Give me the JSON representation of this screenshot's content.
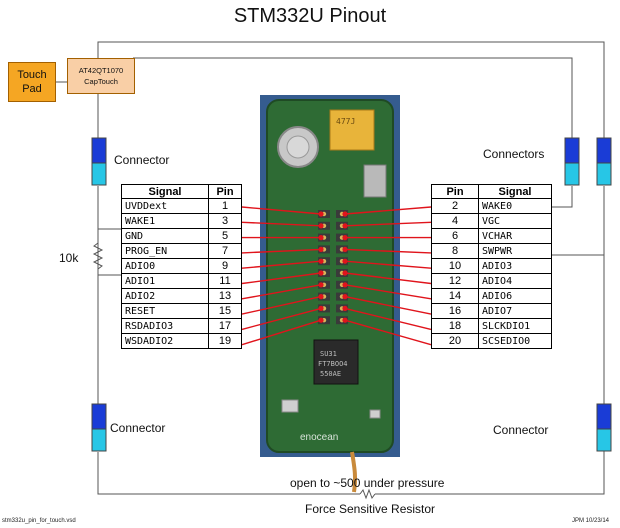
{
  "title": "STM332U Pinout",
  "touch_pad": {
    "line1": "Touch",
    "line2": "Pad"
  },
  "cap_chip": {
    "line1": "AT42QT1070",
    "line2": "CapTouch"
  },
  "connector_labels": {
    "upper_left": "Connector",
    "upper_right": "Connectors",
    "lower_left": "Connector",
    "lower_right": "Connector"
  },
  "resistor_label": "10k",
  "pressure_note": "open to ~500 under pressure",
  "fsr_label": "Force Sensitive Resistor",
  "footer": {
    "left": "stm332u_pin_for_touch.vsd",
    "right": "JPM 10/23/14"
  },
  "module_text": {
    "cap": "477J",
    "chip_lines": [
      "SU31",
      "FT7BOO4",
      "550AE"
    ],
    "brand": "enocean"
  },
  "left_table": {
    "headers": {
      "signal": "Signal",
      "pin": "Pin"
    },
    "rows": [
      {
        "signal": "UVDDext",
        "pin": "1"
      },
      {
        "signal": "WAKE1",
        "pin": "3"
      },
      {
        "signal": "GND",
        "pin": "5"
      },
      {
        "signal": "PROG_EN",
        "pin": "7"
      },
      {
        "signal": "ADIO0",
        "pin": "9"
      },
      {
        "signal": "ADIO1",
        "pin": "11"
      },
      {
        "signal": "ADIO2",
        "pin": "13"
      },
      {
        "signal": "RESET",
        "pin": "15"
      },
      {
        "signal": "RSDADIO3",
        "pin": "17"
      },
      {
        "signal": "WSDADIO2",
        "pin": "19"
      }
    ]
  },
  "right_table": {
    "headers": {
      "pin": "Pin",
      "signal": "Signal"
    },
    "rows": [
      {
        "pin": "2",
        "signal": "WAKE0"
      },
      {
        "pin": "4",
        "signal": "VGC"
      },
      {
        "pin": "6",
        "signal": "VCHAR"
      },
      {
        "pin": "8",
        "signal": "SWPWR"
      },
      {
        "pin": "10",
        "signal": "ADIO3"
      },
      {
        "pin": "12",
        "signal": "ADIO4"
      },
      {
        "pin": "14",
        "signal": "ADIO6"
      },
      {
        "pin": "16",
        "signal": "ADIO7"
      },
      {
        "pin": "18",
        "signal": "SLCKDIO1"
      },
      {
        "pin": "20",
        "signal": "SCSEDIO0"
      }
    ]
  },
  "colors": {
    "pcb": "#2e6b34",
    "pcb_dark": "#1f4a24",
    "wire": "#555555",
    "pin_arrow": "#e0141c",
    "connector_top": "#1a3cd6",
    "connector_bottom": "#27c6e6",
    "touch_pad": "#f5a623",
    "cap_chip": "#f9cfa6"
  }
}
